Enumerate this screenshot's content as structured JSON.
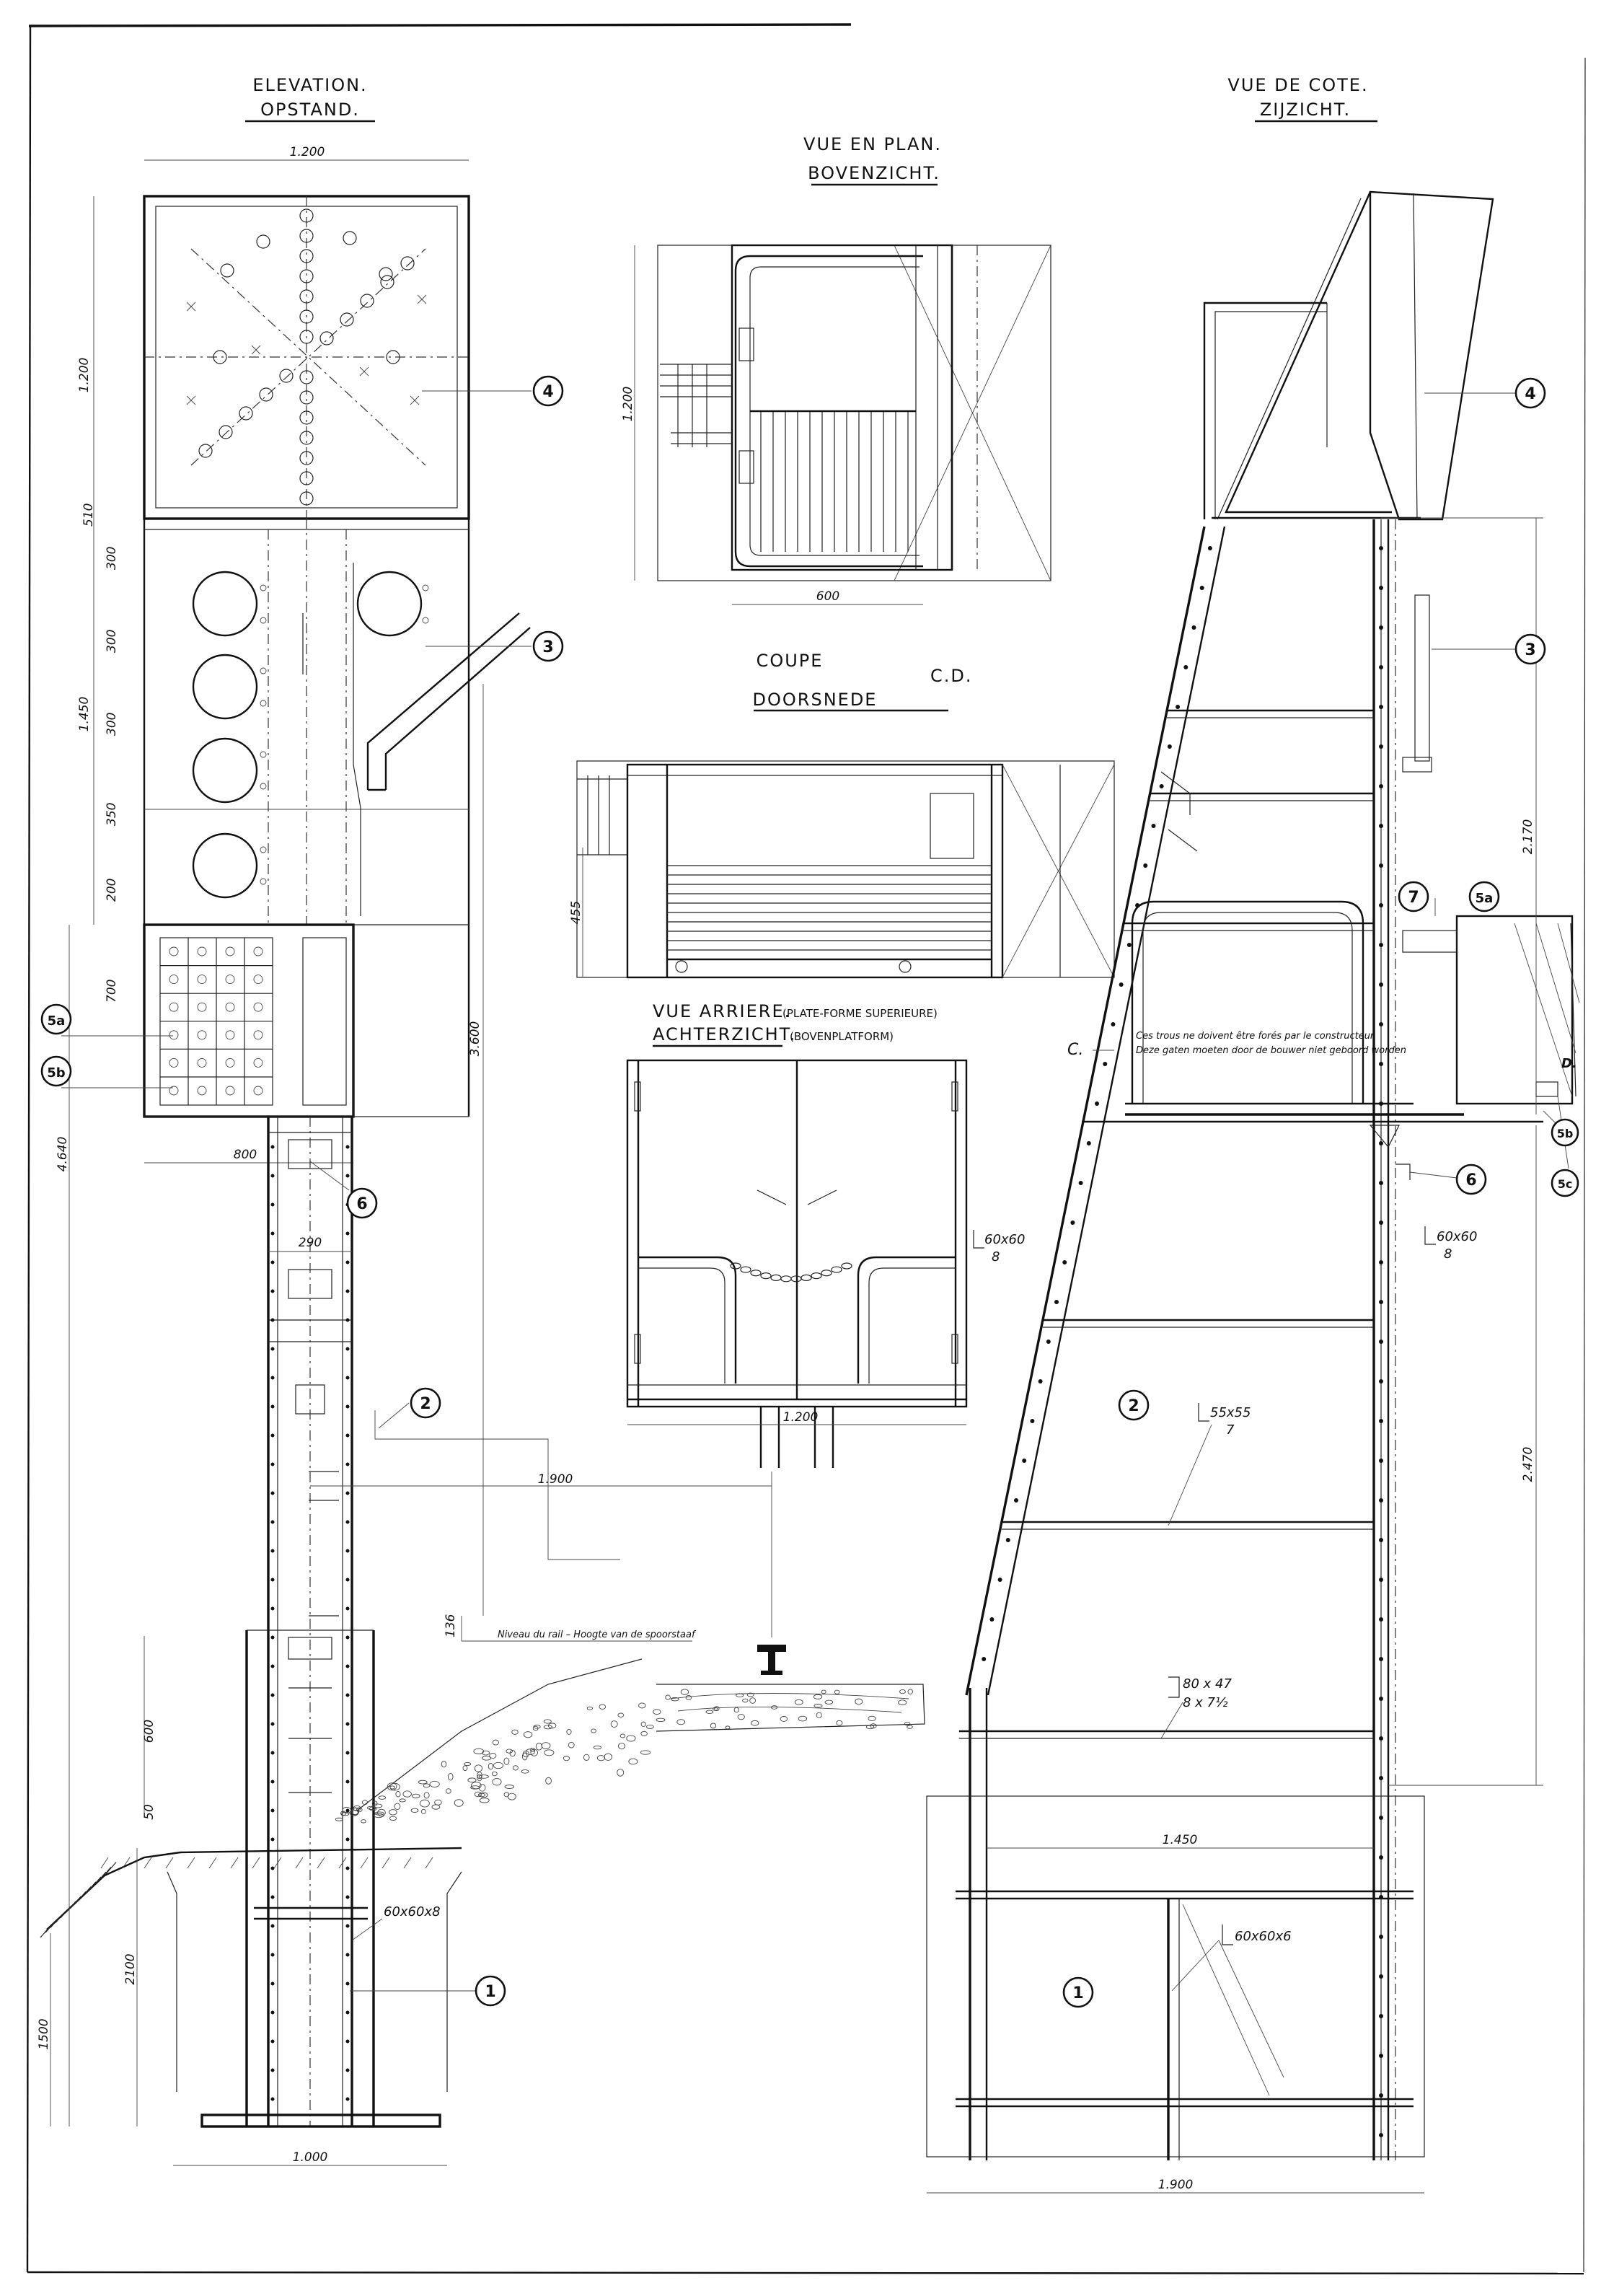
{
  "views": {
    "elevation": {
      "title_fr": "ELEVATION.",
      "title_nl": "OPSTAND."
    },
    "plan": {
      "title_fr": "VUE EN PLAN.",
      "title_nl": "BOVENZICHT."
    },
    "side": {
      "title_fr": "VUE DE COTE.",
      "title_nl": "ZIJZICHT."
    },
    "section": {
      "title_fr": "COUPE",
      "title_nl": "DOORSNEDE",
      "code": "C.D."
    },
    "rear": {
      "title_fr": "VUE ARRIERE.",
      "title_nl": "ACHTERZICHT.",
      "sub_fr": "(PLATE-FORME SUPERIEURE)",
      "sub_nl": "(BOVENPLATFORM)"
    }
  },
  "dimensions": {
    "elev_top_width": "1.200",
    "elev_panel_height": "1.200",
    "elev_head_510": "510",
    "elev_300a": "300",
    "elev_300b": "300",
    "elev_300c": "300",
    "elev_350": "350",
    "elev_200": "200",
    "elev_1450": "1.450",
    "elev_700": "700",
    "elev_4640": "4.640",
    "elev_3600": "3.600",
    "elev_800": "800",
    "elev_290": "290",
    "elev_600": "600",
    "elev_50": "50",
    "elev_2100": "2100",
    "elev_1500": "1500",
    "elev_base": "1.000",
    "rail_offset": "1.900",
    "rail_height": "136",
    "plan_1200": "1.200",
    "plan_600": "600",
    "section_455": "455",
    "rear_1200": "1.200",
    "side_2170": "2.170",
    "side_2470": "2.470",
    "side_1450": "1.450",
    "side_1900": "1.900"
  },
  "notes": {
    "rail_level": "Niveau du rail – Hoogte van de spoorstaaf",
    "platform_fr": "Ces trous ne doivent être forés par le constructeur",
    "platform_nl": "Deze gaten moeten door de bouwer niet geboord worden",
    "section_mark": "C."
  },
  "profiles": {
    "L60": "60x60x8",
    "L60_side_a": "60x60",
    "L60_side_a_t": "8",
    "L60_side_b": "60x60",
    "L60_side_b_t": "8",
    "L55": "55x55",
    "L55_t": "7",
    "U80": "80 x 47",
    "U80_t": "8 x 7½",
    "L60_base": "60x60x6"
  },
  "callouts": {
    "c1": "1",
    "c2": "2",
    "c3": "3",
    "c4": "4",
    "c5a": "5a",
    "c5b": "5b",
    "c5c": "5c",
    "c6": "6",
    "c7": "7",
    "letter_d": "D."
  }
}
